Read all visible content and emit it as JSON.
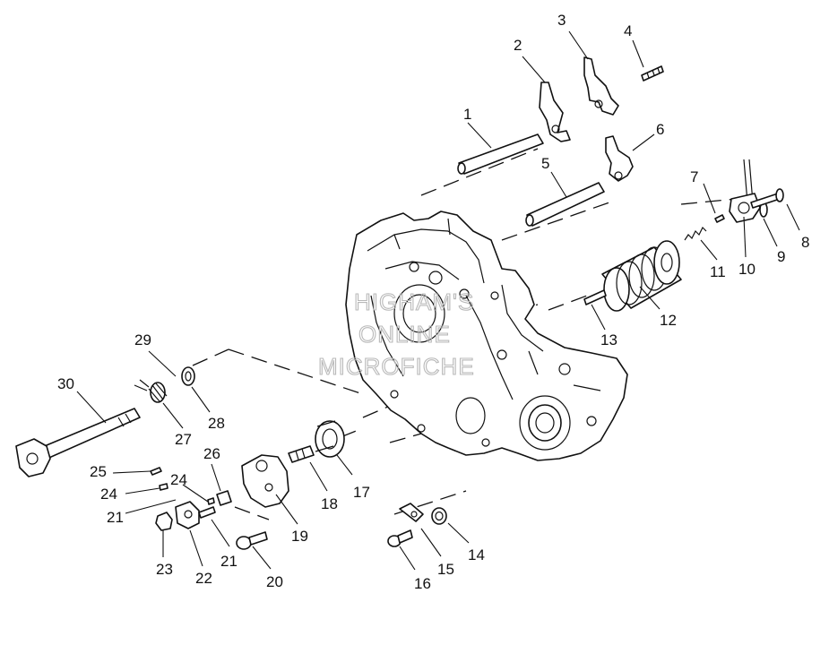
{
  "watermark": {
    "line1": "HIGHAM'S",
    "line2": "ONLINE",
    "line3": "MICROFICHE"
  },
  "callouts": [
    {
      "id": "c1",
      "label": "1"
    },
    {
      "id": "c2",
      "label": "2"
    },
    {
      "id": "c3",
      "label": "3"
    },
    {
      "id": "c4",
      "label": "4"
    },
    {
      "id": "c5",
      "label": "5"
    },
    {
      "id": "c6",
      "label": "6"
    },
    {
      "id": "c7",
      "label": "7"
    },
    {
      "id": "c8",
      "label": "8"
    },
    {
      "id": "c9",
      "label": "9"
    },
    {
      "id": "c10",
      "label": "10"
    },
    {
      "id": "c11",
      "label": "11"
    },
    {
      "id": "c12",
      "label": "12"
    },
    {
      "id": "c13",
      "label": "13"
    },
    {
      "id": "c14",
      "label": "14"
    },
    {
      "id": "c15",
      "label": "15"
    },
    {
      "id": "c16",
      "label": "16"
    },
    {
      "id": "c17",
      "label": "17"
    },
    {
      "id": "c18",
      "label": "18"
    },
    {
      "id": "c19",
      "label": "19"
    },
    {
      "id": "c20",
      "label": "20"
    },
    {
      "id": "c21a",
      "label": "21"
    },
    {
      "id": "c21b",
      "label": "21"
    },
    {
      "id": "c22",
      "label": "22"
    },
    {
      "id": "c23",
      "label": "23"
    },
    {
      "id": "c24a",
      "label": "24"
    },
    {
      "id": "c24b",
      "label": "24"
    },
    {
      "id": "c25",
      "label": "25"
    },
    {
      "id": "c26",
      "label": "26"
    },
    {
      "id": "c27",
      "label": "27"
    },
    {
      "id": "c28",
      "label": "28"
    },
    {
      "id": "c29",
      "label": "29"
    },
    {
      "id": "c30",
      "label": "30"
    }
  ]
}
